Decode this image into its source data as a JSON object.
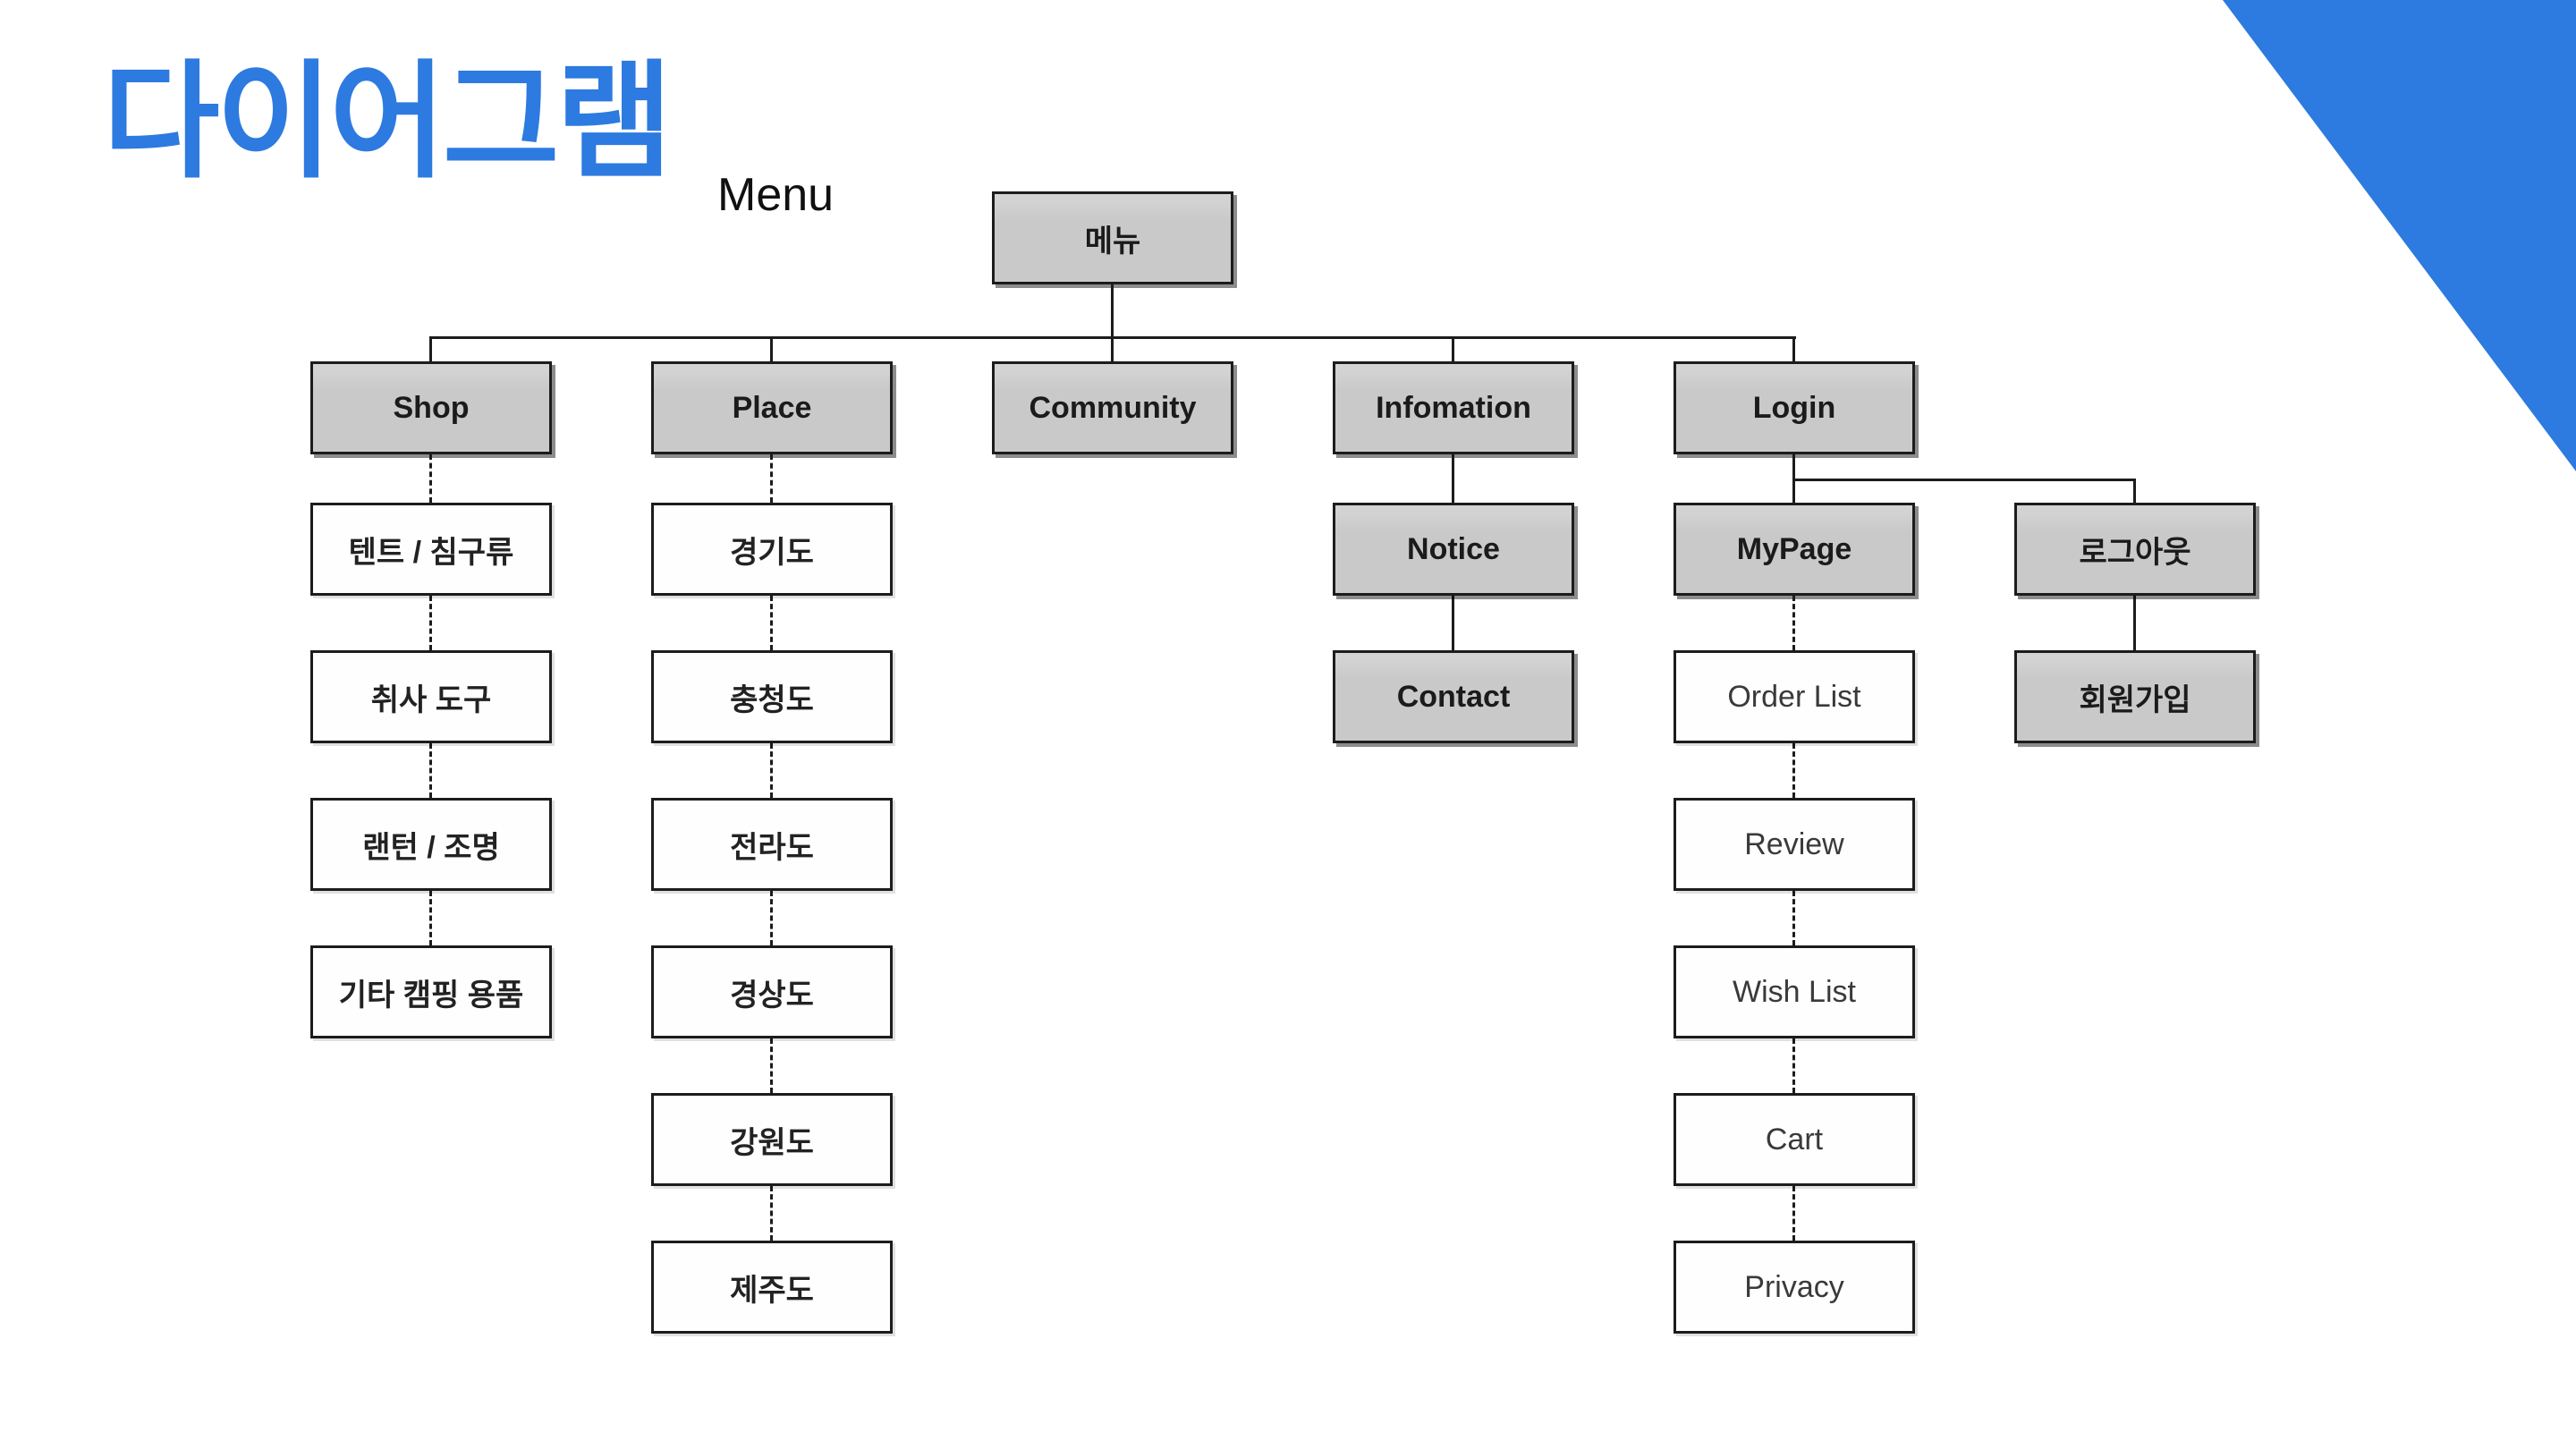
{
  "colors": {
    "accent": "#2d7ae0",
    "node-gray": "#c9c9c9",
    "node-border": "#1c1c1c",
    "text-dark": "#1b1b1b"
  },
  "title": {
    "main": "다이어그램",
    "subtitle": "Menu"
  },
  "tree": {
    "root": "메뉴",
    "branches": [
      {
        "label": "Shop",
        "children": [
          {
            "label": "텐트 / 침구류"
          },
          {
            "label": "취사 도구"
          },
          {
            "label": "랜턴 / 조명"
          },
          {
            "label": "기타 캠핑 용품"
          }
        ]
      },
      {
        "label": "Place",
        "children": [
          {
            "label": "경기도"
          },
          {
            "label": "충청도"
          },
          {
            "label": "전라도"
          },
          {
            "label": "경상도"
          },
          {
            "label": "강원도"
          },
          {
            "label": "제주도"
          }
        ]
      },
      {
        "label": "Community",
        "children": []
      },
      {
        "label": "Infomation",
        "children": [
          {
            "label": "Notice",
            "children": [
              {
                "label": "Contact"
              }
            ]
          }
        ]
      },
      {
        "label": "Login",
        "children": [
          {
            "label": "MyPage",
            "children": [
              {
                "label": "Order List"
              },
              {
                "label": "Review"
              },
              {
                "label": "Wish List"
              },
              {
                "label": "Cart"
              },
              {
                "label": "Privacy"
              }
            ]
          },
          {
            "label": "로그아웃",
            "children": [
              {
                "label": "회원가입"
              }
            ]
          }
        ]
      }
    ]
  }
}
